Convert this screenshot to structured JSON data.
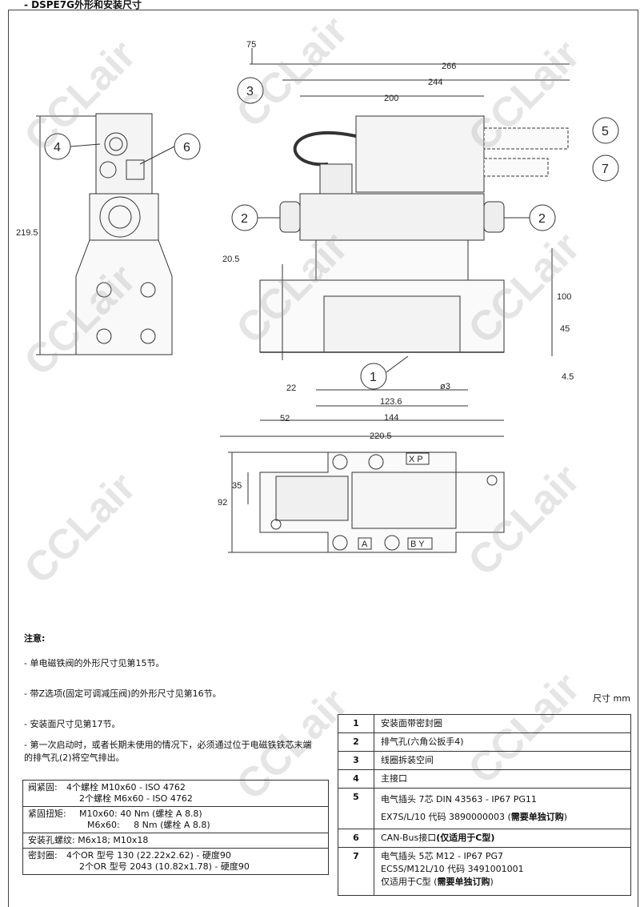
{
  "title": "- DSPE7G外形和安装尺寸",
  "watermark": "CCLair",
  "drawing": {
    "left_view": {
      "height_dim": "219.5",
      "callouts": [
        "4",
        "6"
      ]
    },
    "front_view": {
      "dims": {
        "d75": "75",
        "d266": "266",
        "d244": "244",
        "d200": "200",
        "d20_5": "20.5",
        "d100": "100",
        "d45": "45",
        "d4_5": "4.5",
        "d22": "22",
        "dphi3": "ø3",
        "d123_6": "123.6",
        "d52": "52",
        "d144": "144",
        "d220_5": "220.5"
      },
      "callouts": {
        "c1": "1",
        "c2": "2",
        "c3": "3",
        "c5": "5",
        "c7": "7"
      }
    },
    "bottom_view": {
      "dims": {
        "d35": "35",
        "d92": "92"
      },
      "ports": {
        "xp": "X P",
        "a": "A",
        "by": "B Y"
      }
    }
  },
  "notes": {
    "heading": "注意:",
    "items": [
      "- 单电磁铁阀的外形尺寸见第15节。",
      "- 带Z选项(固定可调减压阀)的外形尺寸见第16节。",
      "- 安装面尺寸见第17节。",
      "- 第一次启动时，或者长期未使用的情况下，必须通过位于电磁铁铁芯末端的排气孔(2)将空气排出。"
    ]
  },
  "unit_label": "尺寸  mm",
  "spec_table": {
    "fixing_label": "阀紧固:",
    "fixing_1": "4个螺栓 M10x60 - ISO 4762",
    "fixing_2": "2个螺栓  M6x60 - ISO 4762",
    "torque_label": "紧固扭矩:",
    "torque_1": "M10x60:  40 Nm (螺栓 A 8.8)",
    "torque_2": "M6x60:     8 Nm (螺栓 A 8.8)",
    "thread": "安装孔螺纹: M6x18; M10x18",
    "seal_label": "密封圈:",
    "seal_1": "4个OR 型号 130 (22.22x2.62) - 硬度90",
    "seal_2": "2个OR 型号 2043 (10.82x1.78) - 硬度90"
  },
  "legend": [
    {
      "num": "1",
      "text": "安装面带密封圈"
    },
    {
      "num": "2",
      "text": "排气孔(六角公扳手4)"
    },
    {
      "num": "3",
      "text": "线圈拆装空间"
    },
    {
      "num": "4",
      "text": "主接口"
    },
    {
      "num": "5",
      "line1": "电气插头 7芯 DIN 43563 - IP67 PG11",
      "line2": "EX7S/L/10 代码 3890000003 (",
      "bold": "需要单独订购",
      "tail": ")"
    },
    {
      "num": "6",
      "text": "CAN-Bus接口",
      "bold": "(仅适用于C型)"
    },
    {
      "num": "7",
      "line1": "电气插头 5芯 M12 - IP67 PG7",
      "line2": "EC5S/M12L/10 代码 3491001001",
      "line3": "仅适用于C型 (",
      "bold": "需要单独订购",
      "tail": ")"
    }
  ]
}
